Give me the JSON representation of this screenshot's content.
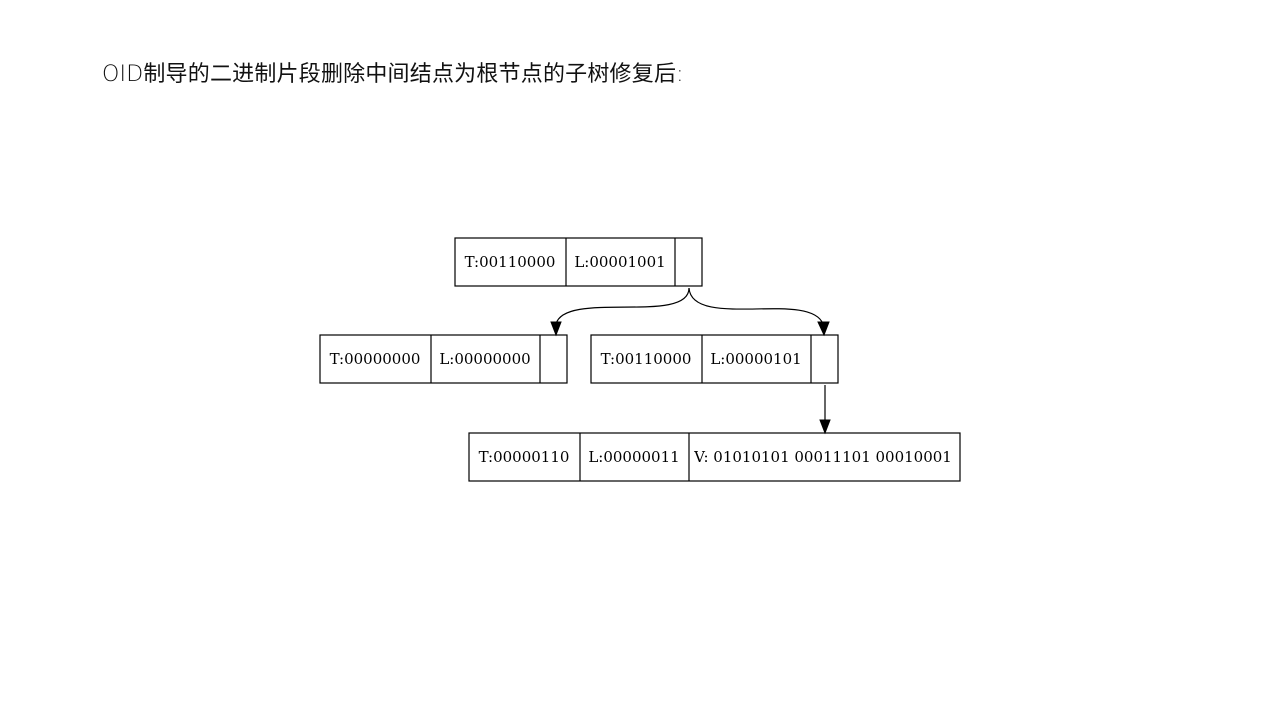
{
  "title": "OID制导的二进制片段删除中间结点为根节点的子树修复后:",
  "nodes": [
    {
      "id": "root",
      "t": "T:00110000",
      "l": "L:00001001",
      "v": ""
    },
    {
      "id": "left-child",
      "t": "T:00000000",
      "l": "L:00000000",
      "v": ""
    },
    {
      "id": "right-child",
      "t": "T:00110000",
      "l": "L:00000101",
      "v": ""
    },
    {
      "id": "leaf",
      "t": "T:00000110",
      "l": "L:00000011",
      "v": "V: 01010101 00011101 00010001"
    }
  ],
  "edges": [
    {
      "from": "root",
      "to": "left-child"
    },
    {
      "from": "root",
      "to": "right-child"
    },
    {
      "from": "right-child",
      "to": "leaf"
    }
  ]
}
